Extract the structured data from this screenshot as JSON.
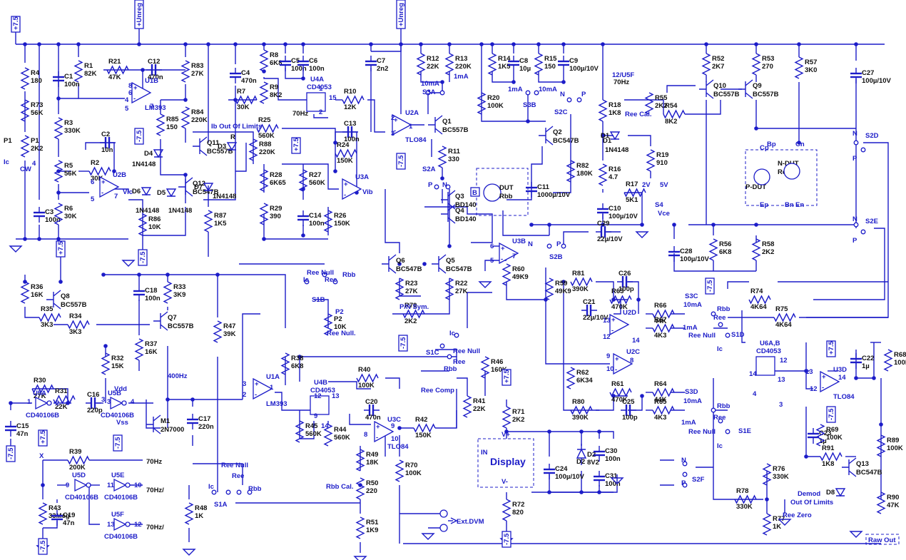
{
  "components": [
    {
      "ref": "R4",
      "val": "180"
    },
    {
      "ref": "R73",
      "val": "56K"
    },
    {
      "ref": "P1",
      "val": "2K2"
    },
    {
      "ref": "C1",
      "val": "100n"
    },
    {
      "ref": "R1",
      "val": "82K"
    },
    {
      "ref": "R21",
      "val": "47K"
    },
    {
      "ref": "C12",
      "val": "470n"
    },
    {
      "ref": "R83",
      "val": "27K"
    },
    {
      "ref": "R3",
      "val": "330K"
    },
    {
      "ref": "C2",
      "val": "10n"
    },
    {
      "ref": "R2",
      "val": "30K"
    },
    {
      "ref": "R5",
      "val": "56K"
    },
    {
      "ref": "C3",
      "val": "100n"
    },
    {
      "ref": "R6",
      "val": "30K"
    },
    {
      "ref": "R85",
      "val": "150"
    },
    {
      "ref": "R84",
      "val": "220K"
    },
    {
      "ref": "R86",
      "val": "10K"
    },
    {
      "ref": "R87",
      "val": "1K5"
    },
    {
      "ref": "R88",
      "val": "220K"
    },
    {
      "ref": "C4",
      "val": "470n"
    },
    {
      "ref": "R8",
      "val": "6K8"
    },
    {
      "ref": "C5",
      "val": "100n"
    },
    {
      "ref": "C6",
      "val": "100n"
    },
    {
      "ref": "R9",
      "val": "8K2"
    },
    {
      "ref": "R7",
      "val": "30K"
    },
    {
      "ref": "R10",
      "val": "12K"
    },
    {
      "ref": "R25",
      "val": "560K"
    },
    {
      "ref": "C13",
      "val": "100n"
    },
    {
      "ref": "R24",
      "val": "150K"
    },
    {
      "ref": "R28",
      "val": "6K65"
    },
    {
      "ref": "R27",
      "val": "560K"
    },
    {
      "ref": "R29",
      "val": "390"
    },
    {
      "ref": "C14",
      "val": "100n"
    },
    {
      "ref": "R26",
      "val": "150K"
    },
    {
      "ref": "C7",
      "val": "2n2"
    },
    {
      "ref": "R12",
      "val": "22K"
    },
    {
      "ref": "R13",
      "val": "220K"
    },
    {
      "ref": "R11",
      "val": "330"
    },
    {
      "ref": "R14",
      "val": "1K5"
    },
    {
      "ref": "C8",
      "val": "10µ"
    },
    {
      "ref": "R15",
      "val": "150"
    },
    {
      "ref": "C9",
      "val": "100µ/10V"
    },
    {
      "ref": "R20",
      "val": "100K"
    },
    {
      "ref": "C11",
      "val": "1000µ/10V"
    },
    {
      "ref": "R18",
      "val": "1K8"
    },
    {
      "ref": "R19",
      "val": "910"
    },
    {
      "ref": "R82",
      "val": "180K"
    },
    {
      "ref": "R16",
      "val": "4.7"
    },
    {
      "ref": "C10",
      "val": "100µ/10V"
    },
    {
      "ref": "R17",
      "val": "5K1"
    },
    {
      "ref": "R55",
      "val": "2K2"
    },
    {
      "ref": "R54",
      "val": "8K2"
    },
    {
      "ref": "R52",
      "val": "2K7"
    },
    {
      "ref": "R53",
      "val": "270"
    },
    {
      "ref": "R57",
      "val": "3K0"
    },
    {
      "ref": "C27",
      "val": "100µ/10V"
    },
    {
      "ref": "C28",
      "val": "100µ/10V"
    },
    {
      "ref": "R56",
      "val": "6K8"
    },
    {
      "ref": "R58",
      "val": "2K2"
    },
    {
      "ref": "C29",
      "val": "22µ/10V"
    },
    {
      "ref": "R23",
      "val": "27K"
    },
    {
      "ref": "R22",
      "val": "27K"
    },
    {
      "ref": "R79",
      "val": "2K2"
    },
    {
      "ref": "R60",
      "val": "49K9"
    },
    {
      "ref": "R59",
      "val": "49K9"
    },
    {
      "ref": "R81",
      "val": "390K"
    },
    {
      "ref": "C26",
      "val": "100p"
    },
    {
      "ref": "R63",
      "val": "470K"
    },
    {
      "ref": "R66",
      "val": "44K"
    },
    {
      "ref": "R67",
      "val": "4K3"
    },
    {
      "ref": "C21",
      "val": "22µ/10V"
    },
    {
      "ref": "R62",
      "val": "6K34"
    },
    {
      "ref": "R61",
      "val": "470K"
    },
    {
      "ref": "C25",
      "val": "100p"
    },
    {
      "ref": "R80",
      "val": "390K"
    },
    {
      "ref": "R64",
      "val": "44K"
    },
    {
      "ref": "R65",
      "val": "4K3"
    },
    {
      "ref": "R74",
      "val": "4K64"
    },
    {
      "ref": "R75",
      "val": "4K64"
    },
    {
      "ref": "R68",
      "val": "100K"
    },
    {
      "ref": "C22",
      "val": "1µ"
    },
    {
      "ref": "C23",
      "val": "1µ"
    },
    {
      "ref": "R69",
      "val": "100K"
    },
    {
      "ref": "R91",
      "val": "1K8"
    },
    {
      "ref": "R89",
      "val": "100K"
    },
    {
      "ref": "R90",
      "val": "47K"
    },
    {
      "ref": "R76",
      "val": "330K"
    },
    {
      "ref": "R78",
      "val": "330K"
    },
    {
      "ref": "R77",
      "val": "1K"
    },
    {
      "ref": "R36",
      "val": "16K"
    },
    {
      "ref": "R35",
      "val": "3K3"
    },
    {
      "ref": "R34",
      "val": "3K3"
    },
    {
      "ref": "C18",
      "val": "100n"
    },
    {
      "ref": "R33",
      "val": "3K9"
    },
    {
      "ref": "R37",
      "val": "16K"
    },
    {
      "ref": "R32",
      "val": "15K"
    },
    {
      "ref": "R47",
      "val": "39K"
    },
    {
      "ref": "R38",
      "val": "6K8"
    },
    {
      "ref": "R30",
      "val": "27K"
    },
    {
      "ref": "R31",
      "val": "22K"
    },
    {
      "ref": "C16",
      "val": "220p"
    },
    {
      "ref": "C15",
      "val": "47n"
    },
    {
      "ref": "C17",
      "val": "220n"
    },
    {
      "ref": "R39",
      "val": "200K"
    },
    {
      "ref": "R43",
      "val": "33Meg"
    },
    {
      "ref": "C19",
      "val": "47n"
    },
    {
      "ref": "R48",
      "val": "1K"
    },
    {
      "ref": "R45",
      "val": "560K"
    },
    {
      "ref": "R44",
      "val": "560K"
    },
    {
      "ref": "R40",
      "val": "100K"
    },
    {
      "ref": "C20",
      "val": "470n"
    },
    {
      "ref": "R49",
      "val": "18K"
    },
    {
      "ref": "R50",
      "val": "220"
    },
    {
      "ref": "R51",
      "val": "1K9"
    },
    {
      "ref": "R42",
      "val": "150K"
    },
    {
      "ref": "R41",
      "val": "22K"
    },
    {
      "ref": "R46",
      "val": "160K"
    },
    {
      "ref": "R70",
      "val": "100K"
    },
    {
      "ref": "R71",
      "val": "2K2"
    },
    {
      "ref": "R72",
      "val": "820"
    },
    {
      "ref": "C24",
      "val": "100µ/10V"
    },
    {
      "ref": "D2",
      "val": "8V2"
    },
    {
      "ref": "C30",
      "val": "100n"
    },
    {
      "ref": "C31",
      "val": "100n"
    },
    {
      "ref": "P2",
      "val": "10K"
    }
  ],
  "parts": {
    "q1": "Q1",
    "q1t": "BC557B",
    "q2": "Q2",
    "q2t": "BC547B",
    "q3": "Q3",
    "q3t": "BD140",
    "q4": "Q4",
    "q4t": "BD140",
    "q5": "Q5",
    "q5t": "BC547B",
    "q6": "Q6",
    "q6t": "BC547B",
    "q7": "Q7",
    "q7t": "BC557B",
    "q8": "Q8",
    "q8t": "BC557B",
    "q9": "Q9",
    "q9t": "BC557B",
    "q10": "Q10",
    "q10t": "BC557B",
    "q11": "Q11",
    "q11t": "BC557B",
    "q12": "Q12",
    "q12t": "BC547B",
    "q13": "Q13",
    "q13t": "BC547B",
    "m1": "M1",
    "m1t": "2N7000",
    "u1a": "U1A",
    "u1b": "U1B",
    "lm393": "LM393",
    "u2a": "U2A",
    "tlo84": "TLO84",
    "u2b": "U2B",
    "u2c": "U2C",
    "u2d": "U2D",
    "u3a": "U3A",
    "u3b": "U3B",
    "u3c": "U3C",
    "u3d": "U3D",
    "u4a": "U4A",
    "u4b": "U4B",
    "cd4053": "CD4053",
    "u6ab": "U6A,B",
    "u5a": "U5A",
    "u5b": "U5B",
    "u5c": "U5C",
    "u5d": "U5D",
    "u5e": "U5E",
    "u5f": "U5F",
    "cd40106b": "CD40106B",
    "d1": "D1",
    "d2": "D2",
    "d3": "D3",
    "d4": "D4",
    "d5": "D5",
    "d6": "D6",
    "d7": "D7",
    "d8": "D8",
    "n4148": "1N4148"
  },
  "nets": {
    "p75": "+7.5",
    "m75": "-7.5",
    "unreg": "+Unreg",
    "hz70": "70Hz",
    "hz70s": "70Hz/",
    "hz400": "400Hz",
    "u15f": "12/U5F",
    "vic": "Vic",
    "vib": "Vib",
    "ic": "Ic",
    "cw": "CW",
    "ree": "Ree",
    "rbb": "Rbb",
    "reecal": "Ree Cal.",
    "reenull": "Ree Null",
    "reenulldot": "Ree Null.",
    "rbbcal": "Rbb Cal.",
    "reezero": "Ree Zero",
    "pnsym": "P/N Sym.",
    "reecomp": "Ree Comp",
    "ibout": "Ib Out Of Limits",
    "demod1": "Demod",
    "demod2": "Out Of Limits",
    "extdvm": "Ext.DVM",
    "rawout": "Raw Out",
    "dut": "DUT",
    "dutrbb": "Rbb",
    "pdut": "P-DUT",
    "ndut": "N-DUT",
    "ndutree": "Ree",
    "display": "Display",
    "vplus": "V+",
    "vminus": "V-",
    "in": "IN",
    "vdd": "Vdd",
    "vss": "Vss",
    "vce": "Vce",
    "v2": "2V",
    "v5": "5V",
    "x": "X",
    "ma1": "1mA",
    "ma10": "10mA",
    "n": "N",
    "p": "P",
    "r": "R",
    "b": "B",
    "cp": "Cp",
    "bp": "Bp",
    "ep": "Ep",
    "cn": "Cn",
    "bn": "Bn",
    "en": "En",
    "s1a": "S1A",
    "s1b": "S1B",
    "s1c": "S1C",
    "s1d": "S1D",
    "s1e": "S1E",
    "s2a": "S2A",
    "s2b": "S2B",
    "s2c": "S2C",
    "s2d": "S2D",
    "s2e": "S2E",
    "s2f": "S2F",
    "s3a": "S3A",
    "s3b": "S3B",
    "s3c": "S3C",
    "s3d": "S3D",
    "s4": "S4",
    "p1": "P1",
    "p2": "P2",
    "pin8": "8",
    "pin4": "4",
    "pin5": "5",
    "pin6": "6",
    "pin7": "7",
    "pin1": "1",
    "pin2": "2",
    "pin3": "3",
    "pin9": "9",
    "pin10": "10",
    "pin11": "11",
    "pin12": "12",
    "pin13": "13",
    "pin14": "14",
    "pin15": "15"
  }
}
